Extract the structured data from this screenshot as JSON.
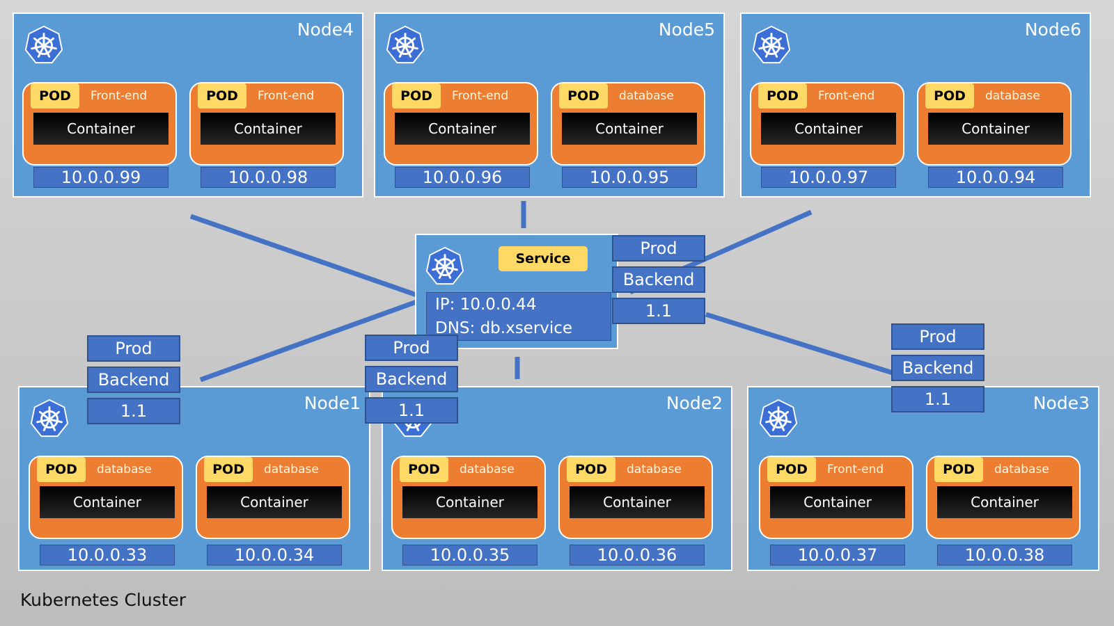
{
  "cluster_label": "Kubernetes Cluster",
  "colors": {
    "node_fill": "#5b9bd5",
    "pod_fill": "#ed7d31",
    "badge_fill": "#ffd966",
    "ip_fill": "#4472c4",
    "line": "#4472c4",
    "background": "#cfcfcf"
  },
  "pod_badge": "POD",
  "container_label": "Container",
  "nodes": [
    {
      "name": "Node4",
      "pods": [
        {
          "label": "Front-end",
          "ip": "10.0.0.99"
        },
        {
          "label": "Front-end",
          "ip": "10.0.0.98"
        }
      ]
    },
    {
      "name": "Node5",
      "pods": [
        {
          "label": "Front-end",
          "ip": "10.0.0.96"
        },
        {
          "label": "database",
          "ip": "10.0.0.95"
        }
      ]
    },
    {
      "name": "Node6",
      "pods": [
        {
          "label": "Front-end",
          "ip": "10.0.0.97"
        },
        {
          "label": "database",
          "ip": "10.0.0.94"
        }
      ]
    },
    {
      "name": "Node1",
      "pods": [
        {
          "label": "database",
          "ip": "10.0.0.33"
        },
        {
          "label": "database",
          "ip": "10.0.0.34"
        }
      ]
    },
    {
      "name": "Node2",
      "pods": [
        {
          "label": "database",
          "ip": "10.0.0.35"
        },
        {
          "label": "database",
          "ip": "10.0.0.36"
        }
      ]
    },
    {
      "name": "Node3",
      "pods": [
        {
          "label": "Front-end",
          "ip": "10.0.0.37"
        },
        {
          "label": "database",
          "ip": "10.0.0.38"
        }
      ]
    }
  ],
  "service": {
    "title": "Service",
    "ip": "IP: 10.0.0.44",
    "dns": "DNS: db.xservice",
    "labels": [
      "Prod",
      "Backend",
      "1.1"
    ]
  },
  "label_groups": [
    {
      "labels": [
        "Prod",
        "Backend",
        "1.1"
      ]
    },
    {
      "labels": [
        "Prod",
        "Backend",
        "1.1"
      ]
    },
    {
      "labels": [
        "Prod",
        "Backend",
        "1.1"
      ]
    }
  ]
}
